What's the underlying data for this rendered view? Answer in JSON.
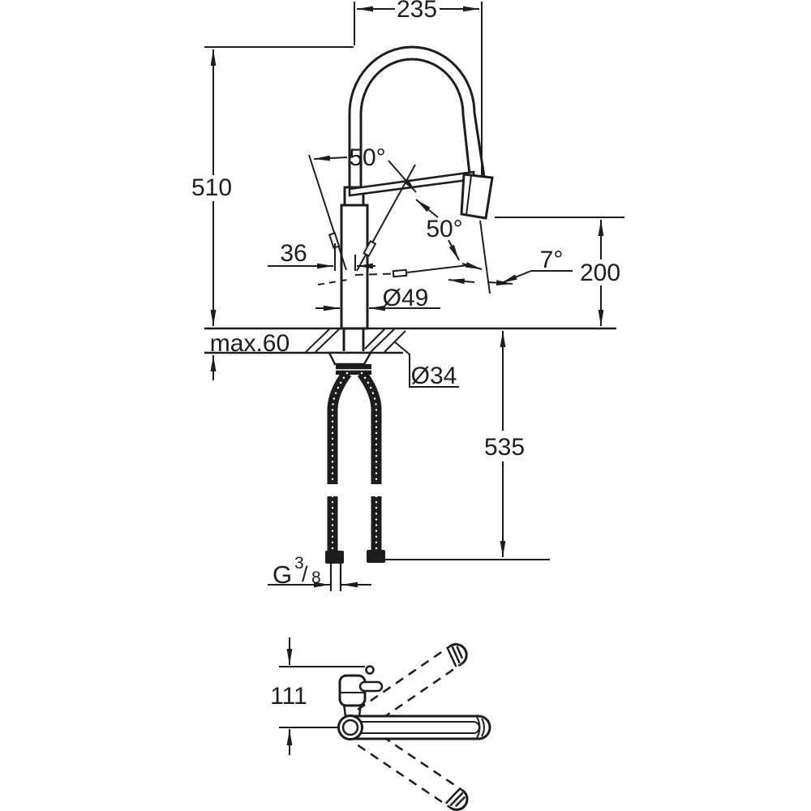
{
  "drawing": {
    "title": "Kitchen faucet technical dimension drawing",
    "views": {
      "front": "front elevation with mounting section",
      "top": "top view with swivel positions"
    },
    "ink_color": "#1d1d1b",
    "background_color": "#ffffff"
  },
  "labels": {
    "spout_reach": "235",
    "total_height": "510",
    "angle_upper": "50°",
    "angle_lower": "50°",
    "column_width": "36",
    "head_tilt": "7°",
    "outlet_height": "200",
    "deck_max": "max.60",
    "base_dia": "Ø49",
    "hole_dia": "Ø34",
    "hose_length": "535",
    "thread_prefix": "G",
    "thread_numerator": "3",
    "thread_divider": "/",
    "thread_denominator": "8",
    "swivel_offset": "111"
  }
}
